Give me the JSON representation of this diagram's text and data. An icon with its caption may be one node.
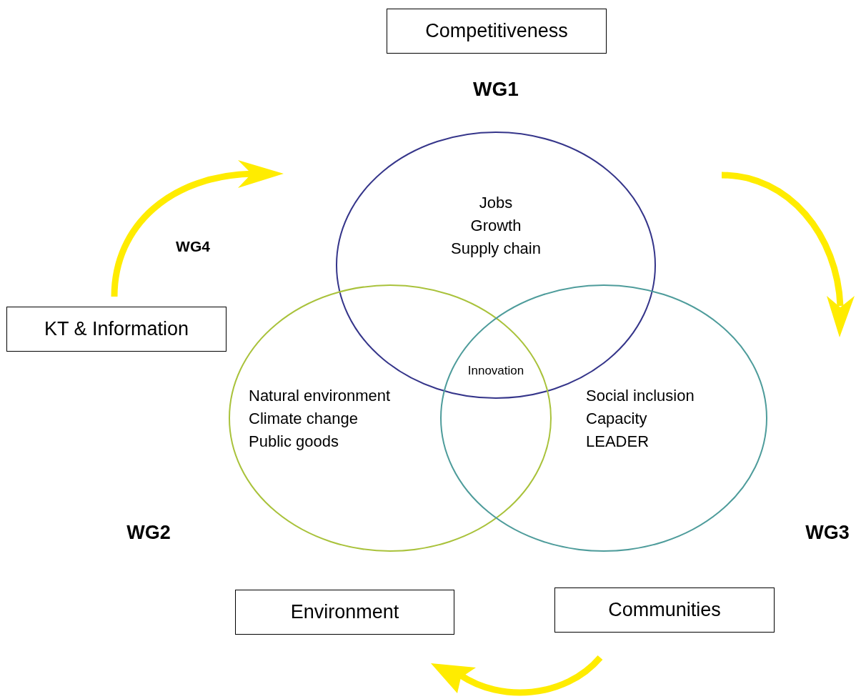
{
  "diagram": {
    "nodes": [
      {
        "text": [
          "Competitiveness"
        ]
      },
      {
        "text": [
          "KT & Information"
        ]
      },
      {
        "text": [
          "Environment"
        ]
      },
      {
        "text": [
          "Communities"
        ]
      },
      {
        "text": [
          "Jobs",
          "Growth",
          "Supply chain"
        ]
      },
      {
        "text": [
          "Natural environment",
          "Climate change",
          "Public goods"
        ]
      },
      {
        "text": [
          "Social inclusion",
          "Capacity",
          "LEADER"
        ]
      }
    ],
    "labels": [
      "WG1",
      "WG4",
      "WG2",
      "WG3",
      "Innovation"
    ]
  }
}
